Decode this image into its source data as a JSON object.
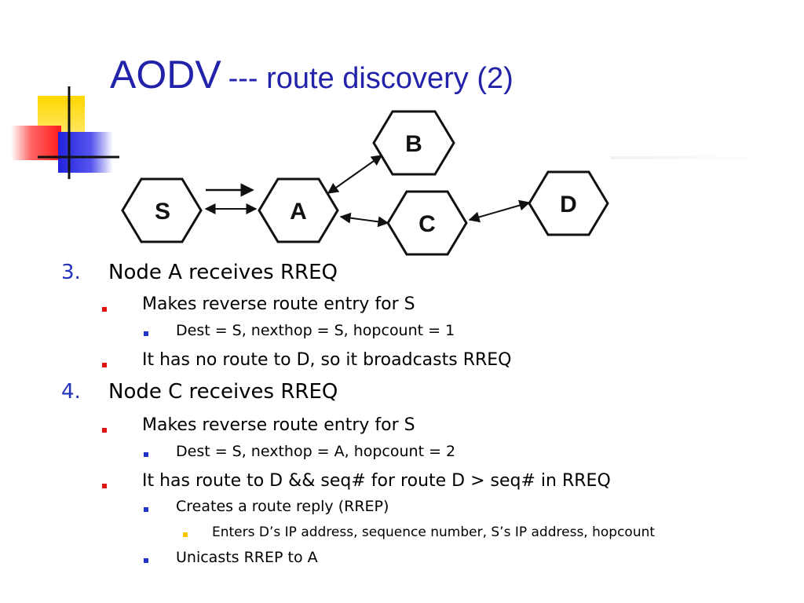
{
  "slide": {
    "title_main": "AODV",
    "title_sub": "--- route discovery (2)"
  },
  "diagram": {
    "nodes": [
      {
        "id": "S",
        "label": "S"
      },
      {
        "id": "A",
        "label": "A"
      },
      {
        "id": "B",
        "label": "B"
      },
      {
        "id": "C",
        "label": "C"
      },
      {
        "id": "D",
        "label": "D"
      }
    ],
    "edges": [
      {
        "from": "S",
        "to": "A",
        "kind": "forward"
      },
      {
        "from": "S",
        "to": "A",
        "kind": "bidirectional"
      },
      {
        "from": "A",
        "to": "B",
        "kind": "bidirectional"
      },
      {
        "from": "A",
        "to": "C",
        "kind": "bidirectional"
      },
      {
        "from": "C",
        "to": "D",
        "kind": "bidirectional"
      }
    ]
  },
  "outline": [
    {
      "number": "3.",
      "text": "Node A receives RREQ",
      "items": [
        {
          "text": "Makes reverse route entry for S",
          "items": [
            {
              "text": "Dest = S, nexthop = S, hopcount = 1"
            }
          ]
        },
        {
          "text": "It has no route to D, so it broadcasts RREQ"
        }
      ]
    },
    {
      "number": "4.",
      "text": "Node C receives RREQ",
      "items": [
        {
          "text": "Makes reverse route entry for S",
          "items": [
            {
              "text": "Dest = S, nexthop = A, hopcount = 2"
            }
          ]
        },
        {
          "text": "It has route to D && seq# for route D > seq# in RREQ",
          "items": [
            {
              "text": "Creates a route reply (RREP)",
              "items": [
                {
                  "text": "Enters D’s IP address, sequence number, S’s IP address, hopcount"
                }
              ]
            },
            {
              "text": "Unicasts RREP to A"
            }
          ]
        }
      ]
    }
  ]
}
